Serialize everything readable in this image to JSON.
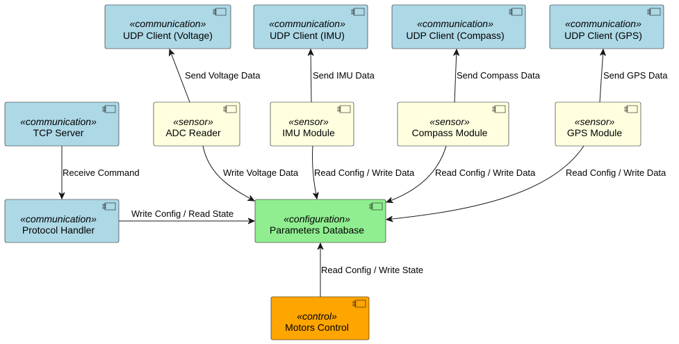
{
  "colors": {
    "communication": "#ADD8E6",
    "sensor": "#FFFFE0",
    "configuration": "#90EE90",
    "control": "#FFA500"
  },
  "nodes": {
    "udp_voltage": {
      "stereotype": "«communication»",
      "name": "UDP Client (Voltage)",
      "kind": "communication"
    },
    "udp_imu": {
      "stereotype": "«communication»",
      "name": "UDP Client (IMU)",
      "kind": "communication"
    },
    "udp_compass": {
      "stereotype": "«communication»",
      "name": "UDP Client (Compass)",
      "kind": "communication"
    },
    "udp_gps": {
      "stereotype": "«communication»",
      "name": "UDP Client (GPS)",
      "kind": "communication"
    },
    "tcp_server": {
      "stereotype": "«communication»",
      "name": "TCP Server",
      "kind": "communication"
    },
    "adc_reader": {
      "stereotype": "«sensor»",
      "name": "ADC Reader",
      "kind": "sensor"
    },
    "imu_module": {
      "stereotype": "«sensor»",
      "name": "IMU Module",
      "kind": "sensor"
    },
    "compass_module": {
      "stereotype": "«sensor»",
      "name": "Compass Module",
      "kind": "sensor"
    },
    "gps_module": {
      "stereotype": "«sensor»",
      "name": "GPS Module",
      "kind": "sensor"
    },
    "protocol_handler": {
      "stereotype": "«communication»",
      "name": "Protocol Handler",
      "kind": "communication"
    },
    "parameters_db": {
      "stereotype": "«configuration»",
      "name": "Parameters Database",
      "kind": "configuration"
    },
    "motors_control": {
      "stereotype": "«control»",
      "name": "Motors Control",
      "kind": "control"
    }
  },
  "edges": {
    "send_voltage": "Send Voltage Data",
    "send_imu": "Send IMU Data",
    "send_compass": "Send Compass Data",
    "send_gps": "Send GPS Data",
    "receive_command": "Receive Command",
    "write_voltage": "Write Voltage Data",
    "imu_rw": "Read Config / Write Data",
    "compass_rw": "Read Config / Write Data",
    "gps_rw": "Read Config / Write Data",
    "protocol_rw": "Write Config / Read State",
    "motors_rw": "Read Config / Write State"
  }
}
